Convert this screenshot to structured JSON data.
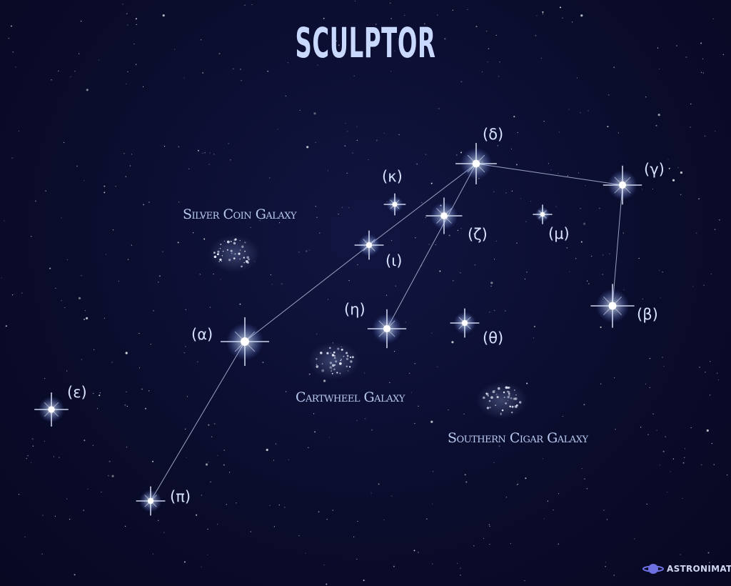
{
  "title": "SCULPTOR",
  "stars": [
    {
      "id": "alpha",
      "label": "(α)"
    },
    {
      "id": "beta",
      "label": "(β)"
    },
    {
      "id": "gamma",
      "label": "(γ)"
    },
    {
      "id": "delta",
      "label": "(δ)"
    },
    {
      "id": "epsilon",
      "label": "(ε)"
    },
    {
      "id": "zeta",
      "label": "(ζ)"
    },
    {
      "id": "eta",
      "label": "(η)"
    },
    {
      "id": "theta",
      "label": "(θ)"
    },
    {
      "id": "iota",
      "label": "(ι)"
    },
    {
      "id": "kappa",
      "label": "(κ)"
    },
    {
      "id": "mu",
      "label": "(μ)"
    },
    {
      "id": "pi",
      "label": "(π)"
    }
  ],
  "lines": [
    [
      "pi",
      "alpha"
    ],
    [
      "alpha",
      "iota"
    ],
    [
      "iota",
      "delta"
    ],
    [
      "delta",
      "eta"
    ],
    [
      "delta",
      "gamma"
    ],
    [
      "gamma",
      "beta"
    ]
  ],
  "galaxies": [
    {
      "id": "silver-coin",
      "label": "Silver Coin Galaxy"
    },
    {
      "id": "cartwheel",
      "label": "Cartwheel Galaxy"
    },
    {
      "id": "southern-cigar",
      "label": "Southern Cigar Galaxy"
    }
  ],
  "brand": {
    "name": "ASTRONIMATE",
    "icon": "planet-icon"
  },
  "colors": {
    "background": "#0b0d2e",
    "title": "#c9d8ff",
    "star": "#ffffff",
    "line": "#c8d4f0",
    "label": "#d7e2ff"
  }
}
